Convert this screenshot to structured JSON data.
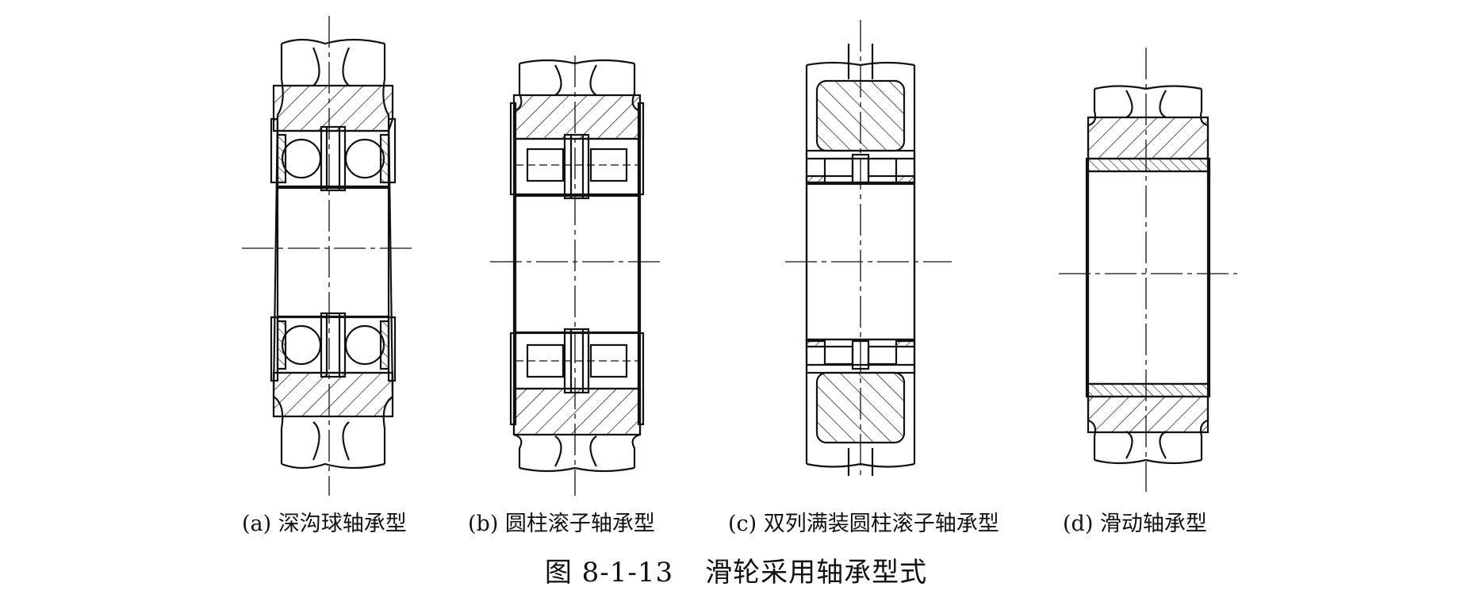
{
  "figure": {
    "number": "图 8-1-13",
    "title": "滑轮采用轴承型式"
  },
  "panels": [
    {
      "id": "a",
      "caption": "(a) 深沟球轴承型"
    },
    {
      "id": "b",
      "caption": "(b) 圆柱滚子轴承型"
    },
    {
      "id": "c",
      "caption": "(c) 双列满装圆柱滚子轴承型"
    },
    {
      "id": "d",
      "caption": "(d) 滑动轴承型"
    }
  ]
}
